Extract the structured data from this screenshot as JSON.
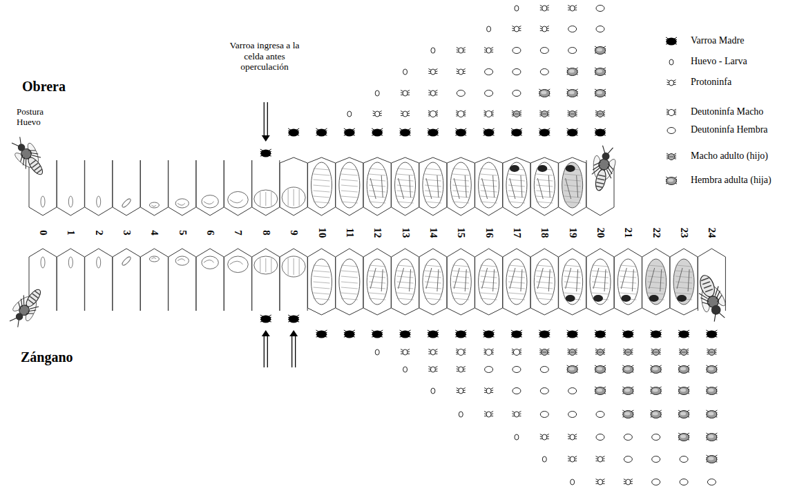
{
  "diagram": {
    "labels": [
      "Obrera",
      "Zángano",
      "Postura Huevo",
      "Varroa ingresa a la celda antes operculación",
      "0",
      "1",
      "2",
      "3",
      "4",
      "5",
      "6",
      "7",
      "8",
      "9",
      "10",
      "11",
      "12",
      "13",
      "14",
      "15",
      "16",
      "17",
      "18",
      "19",
      "20",
      "21",
      "22",
      "23",
      "24"
    ],
    "legend": [
      {
        "text": "Varroa Madre"
      },
      {
        "text": "Huevo - Larva"
      },
      {
        "text": "Protoninfa"
      },
      {
        "text": "Deutoninfa Macho"
      },
      {
        "text": "Deutoninfa Hembra"
      },
      {
        "text": "Macho adulto (hijo)"
      },
      {
        "text": "Hembra adulta (hija)"
      }
    ]
  }
}
